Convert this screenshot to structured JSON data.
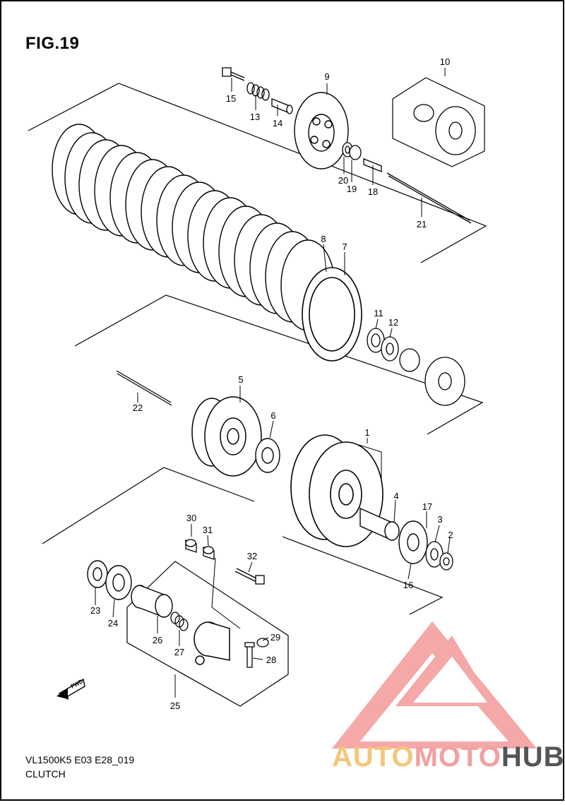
{
  "figure_title": "FIG.19",
  "model_code": "VL1500K5 E03 E28_019",
  "section_name": "CLUTCH",
  "watermark": {
    "part1": "AUTO",
    "part2": "MOTO",
    "part3": "HUB",
    "colors": {
      "part1": "#f5c67a",
      "part2": "#f2a0a0",
      "part3": "#555555",
      "logo": "#f08a8a"
    }
  },
  "fwd_label": "FWD",
  "callouts": {
    "c1": "1",
    "c2": "2",
    "c3": "3",
    "c4": "4",
    "c5": "5",
    "c6": "6",
    "c7": "7",
    "c8": "8",
    "c9": "9",
    "c10": "10",
    "c11": "11",
    "c12": "12",
    "c13": "13",
    "c14": "14",
    "c15": "15",
    "c16": "16",
    "c17": "17",
    "c18": "18",
    "c19": "19",
    "c20": "20",
    "c21": "21",
    "c22": "22",
    "c23": "23",
    "c24": "24",
    "c25": "25",
    "c26": "26",
    "c27": "27",
    "c28": "28",
    "c29": "29",
    "c30": "30",
    "c31": "31",
    "c32": "32"
  }
}
